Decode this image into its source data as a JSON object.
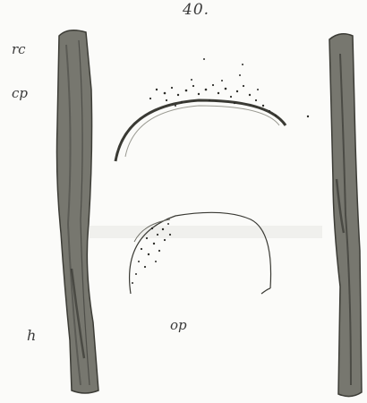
{
  "figure": {
    "number": "40."
  },
  "labels": {
    "rc": "rc",
    "cp": "cp",
    "h": "h",
    "op": "op"
  },
  "colors": {
    "background": "#fbfbf9",
    "wall_fill": "#7a7a72",
    "wall_dark": "#3c3c36",
    "stroke": "#4a4a44",
    "dots": "#2e2e2a"
  }
}
